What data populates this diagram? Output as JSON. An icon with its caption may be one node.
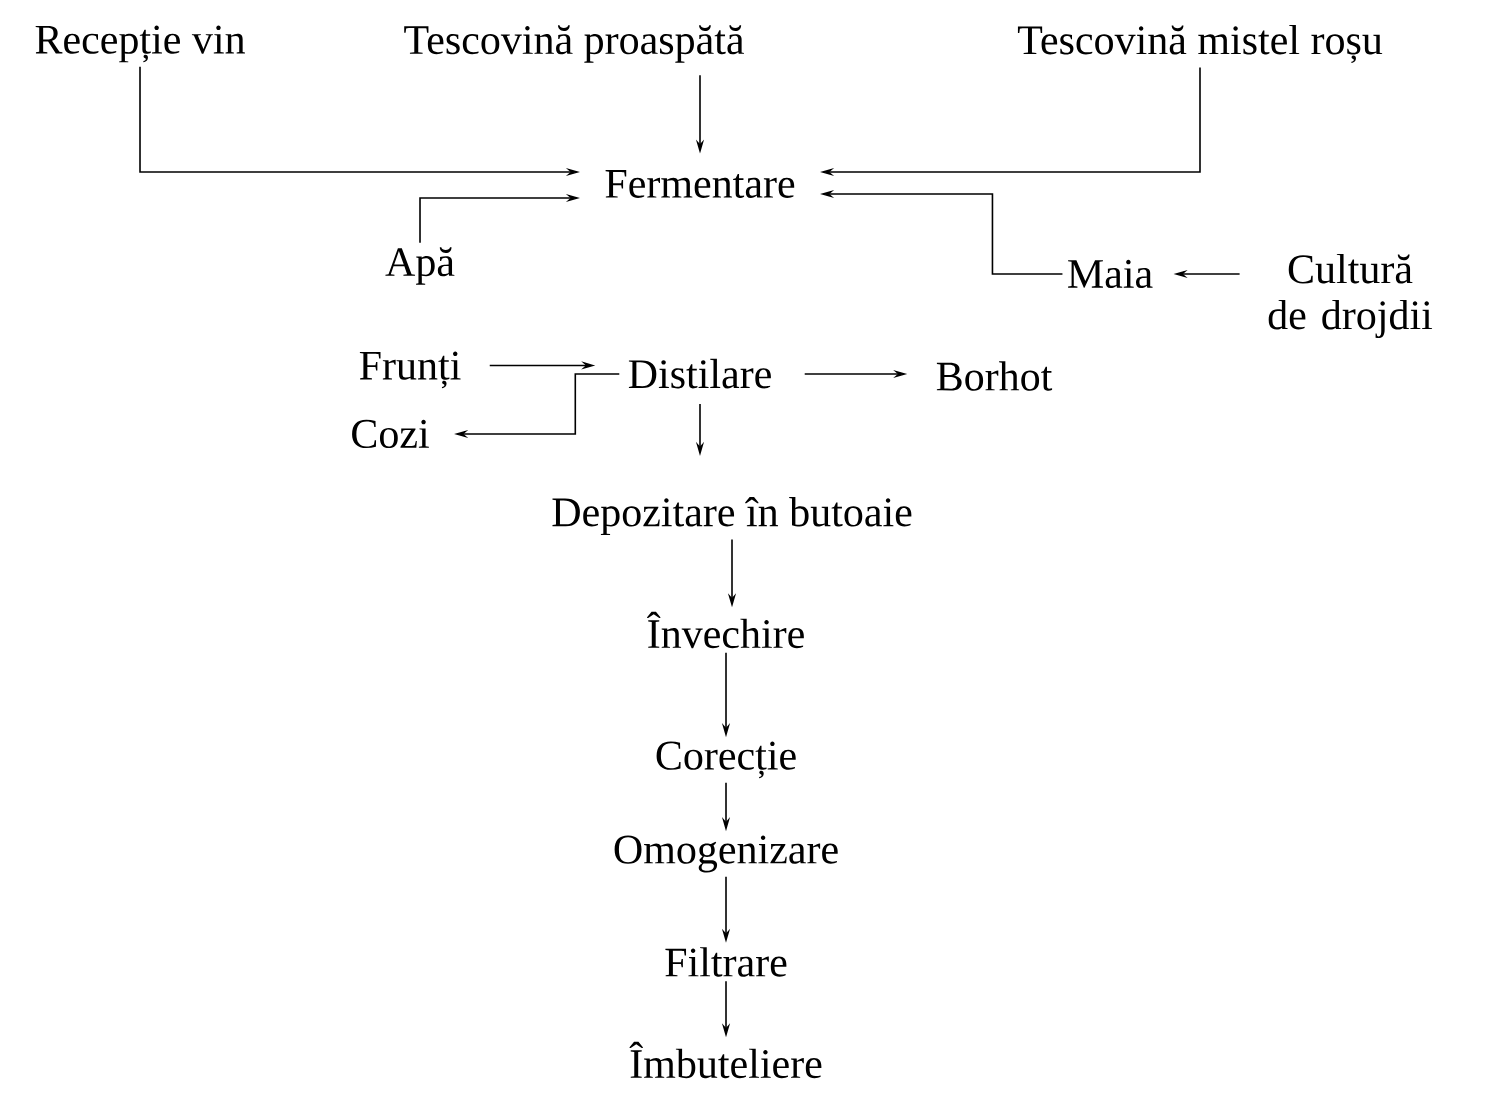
{
  "diagram": {
    "nodes": [
      {
        "text": [
          "Recepție vin"
        ]
      },
      {
        "text": [
          "Tescovină proaspătă"
        ]
      },
      {
        "text": [
          "Tescovină mistel roșu"
        ]
      },
      {
        "text": [
          "Fermentare"
        ]
      },
      {
        "text": [
          "Apă"
        ]
      },
      {
        "text": [
          "Maia"
        ]
      },
      {
        "text": [
          "Cultură de drojdii"
        ]
      },
      {
        "text": [
          "Frunți"
        ]
      },
      {
        "text": [
          "Distilare"
        ]
      },
      {
        "text": [
          "Borhot"
        ]
      },
      {
        "text": [
          "Cozi"
        ]
      },
      {
        "text": [
          "Depozitare în butoaie"
        ]
      },
      {
        "text": [
          "Învechire"
        ]
      },
      {
        "text": [
          "Corecție"
        ]
      },
      {
        "text": [
          "Omogenizare"
        ]
      },
      {
        "text": [
          "Filtrare"
        ]
      },
      {
        "text": [
          "Îmbuteliere"
        ]
      }
    ],
    "edges": [
      {
        "from": 0,
        "to": 3,
        "arrow": "to"
      },
      {
        "from": 1,
        "to": 3,
        "arrow": "to"
      },
      {
        "from": 2,
        "to": 3,
        "arrow": "to"
      },
      {
        "from": 4,
        "to": 3,
        "arrow": "to"
      },
      {
        "from": 5,
        "to": 3,
        "arrow": "to"
      },
      {
        "from": 6,
        "to": 5,
        "arrow": "to"
      },
      {
        "from": 7,
        "to": 8,
        "arrow": "to"
      },
      {
        "from": 8,
        "to": 10,
        "arrow": "to"
      },
      {
        "from": 8,
        "to": 9,
        "arrow": "to"
      },
      {
        "from": 8,
        "to": 11,
        "arrow": "to"
      },
      {
        "from": 11,
        "to": 12,
        "arrow": "to"
      },
      {
        "from": 12,
        "to": 13,
        "arrow": "to"
      },
      {
        "from": 13,
        "to": 14,
        "arrow": "to"
      },
      {
        "from": 14,
        "to": 15,
        "arrow": "to"
      },
      {
        "from": 15,
        "to": 16,
        "arrow": "to"
      }
    ]
  }
}
